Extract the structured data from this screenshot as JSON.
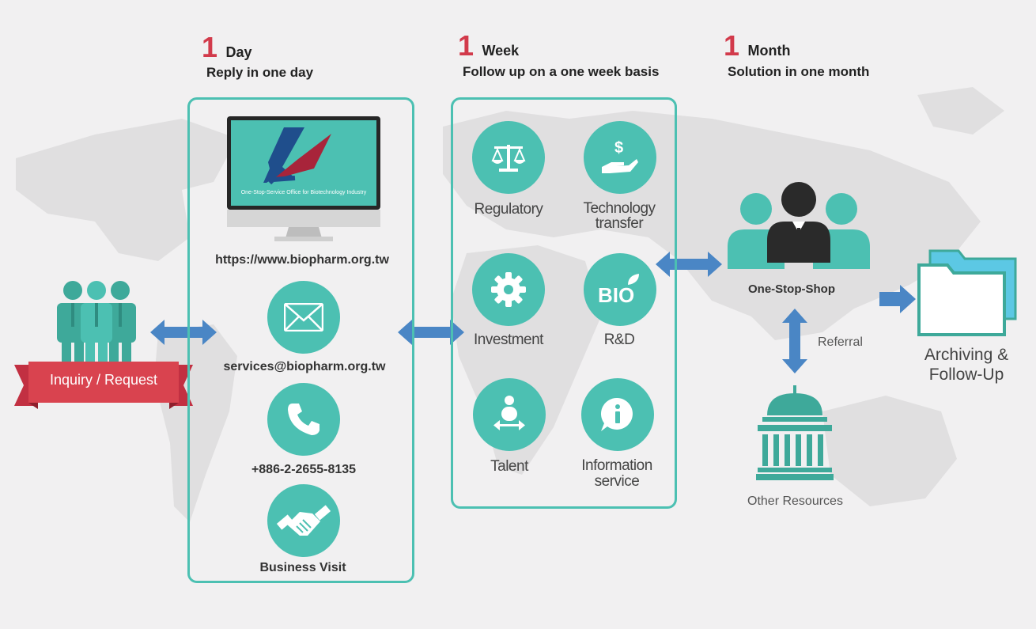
{
  "phases": [
    {
      "num": "1",
      "unit": "Day",
      "subtitle": "Reply in one day"
    },
    {
      "num": "1",
      "unit": "Week",
      "subtitle": "Follow up on a one week basis"
    },
    {
      "num": "1",
      "unit": "Month",
      "subtitle": "Solution in one month"
    }
  ],
  "inquiry": {
    "label": "Inquiry / Request"
  },
  "contact": {
    "monitor_caption": "One-Stop-Service Office for Biotechnology Industry",
    "website": "https://www.biopharm.org.tw",
    "email": "services@biopharm.org.tw",
    "phone": "+886-2-2655-8135",
    "visit": "Business Visit"
  },
  "services": {
    "regulatory": "Regulatory",
    "tech_1": "Technology",
    "tech_2": "transfer",
    "investment": "Investment",
    "bio_icon": "BIO",
    "rnd": "R&D",
    "talent": "Talent",
    "info_1": "Information",
    "info_2": "service"
  },
  "shop": {
    "label": "One-Stop-Shop",
    "referral": "Referral",
    "other": "Other Resources"
  },
  "archive": {
    "line1": "Archiving &",
    "line2": "Follow-Up"
  },
  "colors": {
    "teal": "#4cc0b2",
    "red": "#d23a4b",
    "arrow": "#4a86c5",
    "map": "#e2e1e2"
  }
}
